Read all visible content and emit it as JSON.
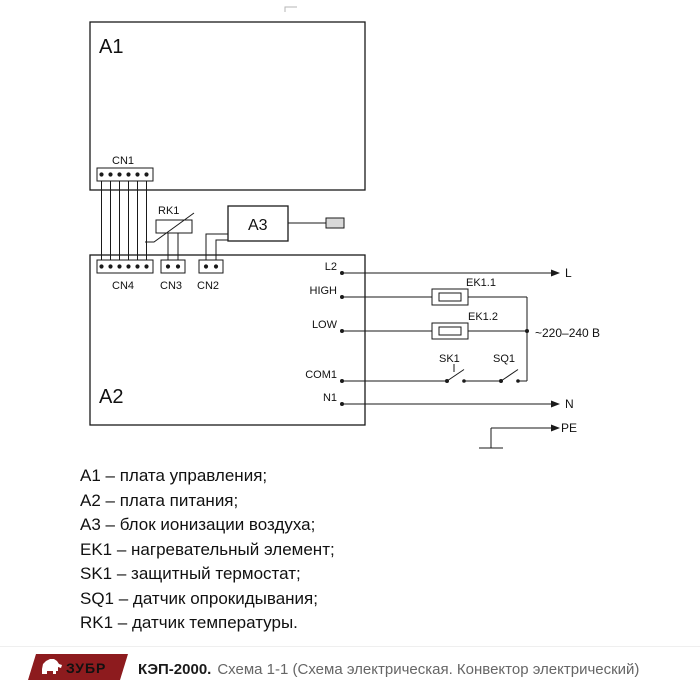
{
  "schematic": {
    "labels": {
      "a1": "A1",
      "a2": "A2",
      "a3": "A3",
      "cn1": "CN1",
      "cn2": "CN2",
      "cn3": "CN3",
      "cn4": "CN4",
      "rk1": "RK1",
      "ek11": "EK1.1",
      "ek12": "EK1.2",
      "sk1": "SK1",
      "sq1": "SQ1",
      "l2": "L2",
      "high": "HIGH",
      "low": "LOW",
      "com1": "COM1",
      "n1": "N1",
      "term_l": "L",
      "term_n": "N",
      "term_pe": "PE",
      "voltage": "~220–240 В"
    }
  },
  "legend": {
    "lines": [
      "A1 – плата управления;",
      "A2 – плата питания;",
      "A3 – блок ионизации воздуха;",
      "EK1 – нагревательный элемент;",
      "SK1 – защитный термостат;",
      "SQ1 – датчик опрокидывания;",
      "RK1 – датчик температуры."
    ]
  },
  "footer": {
    "logo_text": "ЗУБР",
    "model": "КЭП-2000.",
    "caption": "Схема 1-1 (Схема электрическая. Конвектор электрический)"
  },
  "colors": {
    "line": "#1a1a1a",
    "brand": "#8d1b1e",
    "caption_text": "#666666"
  }
}
